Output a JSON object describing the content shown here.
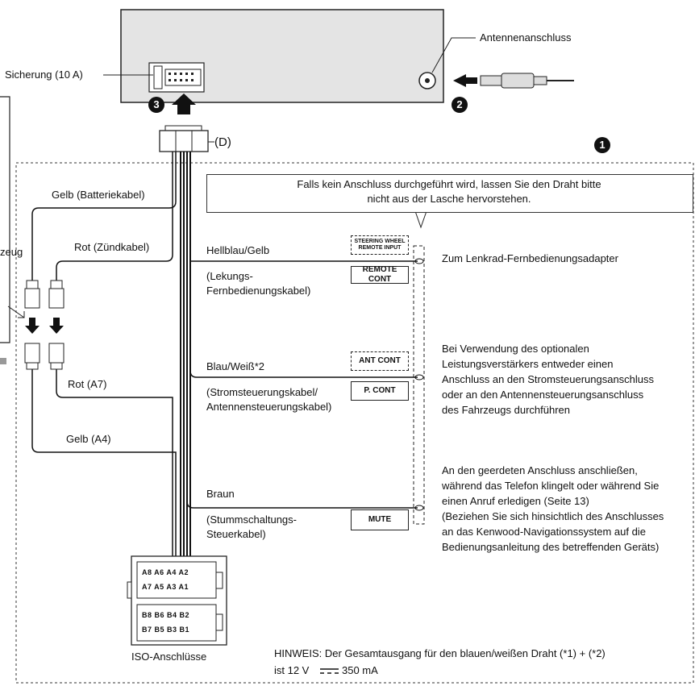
{
  "labels": {
    "fuse": "Sicherung (10 A)",
    "antenna": "Antennenanschluss",
    "connector_d": "(D)",
    "note_box_line1": "Falls kein Anschluss durchgeführt wird, lassen Sie den Draht bitte",
    "note_box_line2": "nicht aus der Lasche hervorstehen.",
    "yellow_battery": "Gelb (Batteriekabel)",
    "red_ignition": "Rot (Zündkabel)",
    "partial_left": "zeug",
    "red_a7": "Rot (A7)",
    "yellow_a4": "Gelb (A4)",
    "lightblue_yellow": "Hellblau/Gelb",
    "steering_line1": "(Lekungs-",
    "steering_line2": "Fernbedienungskabel)",
    "blue_white": "Blau/Weiß*2",
    "power_line1": "(Stromsteuerungskabel/",
    "power_line2": "Antennensteuerungskabel)",
    "brown": "Braun",
    "mute_line1": "(Stummschaltungs-",
    "mute_line2": "Steuerkabel)",
    "steering_adapter": "Zum Lenkrad-Fernbedienungsadapter",
    "amp_line1": "Bei Verwendung des optionalen",
    "amp_line2": "Leistungsverstärkers entweder einen",
    "amp_line3": "Anschluss an den Stromsteuerungsanschluss",
    "amp_line4": "oder an den Antennensteuerungsanschluss",
    "amp_line5": "des Fahrzeugs durchführen",
    "mute_desc1": "An den geerdeten Anschluss anschließen,",
    "mute_desc2": "während das Telefon klingelt oder während Sie",
    "mute_desc3": "einen Anruf erledigen (Seite 13)",
    "mute_desc4": "(Beziehen Sie sich hinsichtlich des Anschlusses",
    "mute_desc5": "an das Kenwood-Navigationssystem auf die",
    "mute_desc6": "Bedienungsanleitung des betreffenden Geräts)",
    "iso": "ISO-Anschlüsse",
    "hint_line1": "HINWEIS: Der Gesamtausgang für den blauen/weißen Draht (*1) + (*2)",
    "hint_line2_pre": "ist 12 V",
    "hint_line2_post": "350 mA"
  },
  "tags": {
    "steering_wheel_1": "STEERING WHEEL",
    "steering_wheel_2": "REMOTE INPUT",
    "remote_cont": "REMOTE CONT",
    "ant_cont": "ANT CONT",
    "p_cont": "P. CONT",
    "mute": "MUTE"
  },
  "badges": {
    "one": "1",
    "two": "2",
    "three": "3"
  },
  "iso_pins": {
    "row_a1": "A8 A6 A4 A2",
    "row_a2": "A7 A5 A3 A1",
    "row_b1": "B8 B6 B4 B2",
    "row_b2": "B7 B5 B3 B1"
  }
}
